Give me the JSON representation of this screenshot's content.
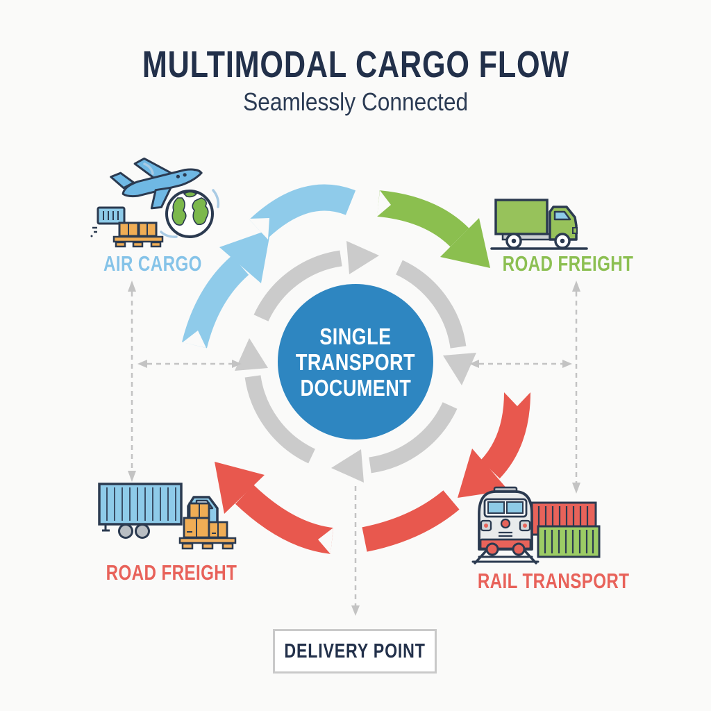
{
  "header": {
    "title": "MULTIMODAL CARGO FLOW",
    "subtitle": "Seamlessly Connected",
    "title_color": "#22304a"
  },
  "center": {
    "lines": [
      "SINGLE",
      "TRANSPORT",
      "DOCUMENT"
    ],
    "circle_color": "#2e86c1",
    "ring_color": "#cccccc",
    "text_color": "#ffffff"
  },
  "nodes": {
    "air_cargo": {
      "label": "AIR CARGO",
      "color": "#85c3e8",
      "icon": "airplane-globe-cargo-icon"
    },
    "road_freight_top": {
      "label": "ROAD FREIGHT",
      "color": "#8cbf52",
      "icon": "green-box-truck-icon"
    },
    "rail_transport": {
      "label": "RAIL TRANSPORT",
      "color": "#e8625a",
      "icon": "train-with-containers-icon"
    },
    "road_freight_bottom": {
      "label": "ROAD FREIGHT",
      "color": "#e8625a",
      "icon": "container-truck-with-boxes-icon"
    },
    "delivery_point": {
      "label": "DELIVERY POINT",
      "color": "#22304a"
    }
  },
  "arrows": {
    "flow_direction": "clockwise",
    "air_to_top_color": "#8fcbea",
    "top_to_road_color": "#8bbf4f",
    "road_to_rail_color": "#e8584e",
    "rail_to_road_bottom_color": "#e8584e",
    "ring_color": "#cbcbcb",
    "dashed_line_color": "#c3c3c3"
  }
}
